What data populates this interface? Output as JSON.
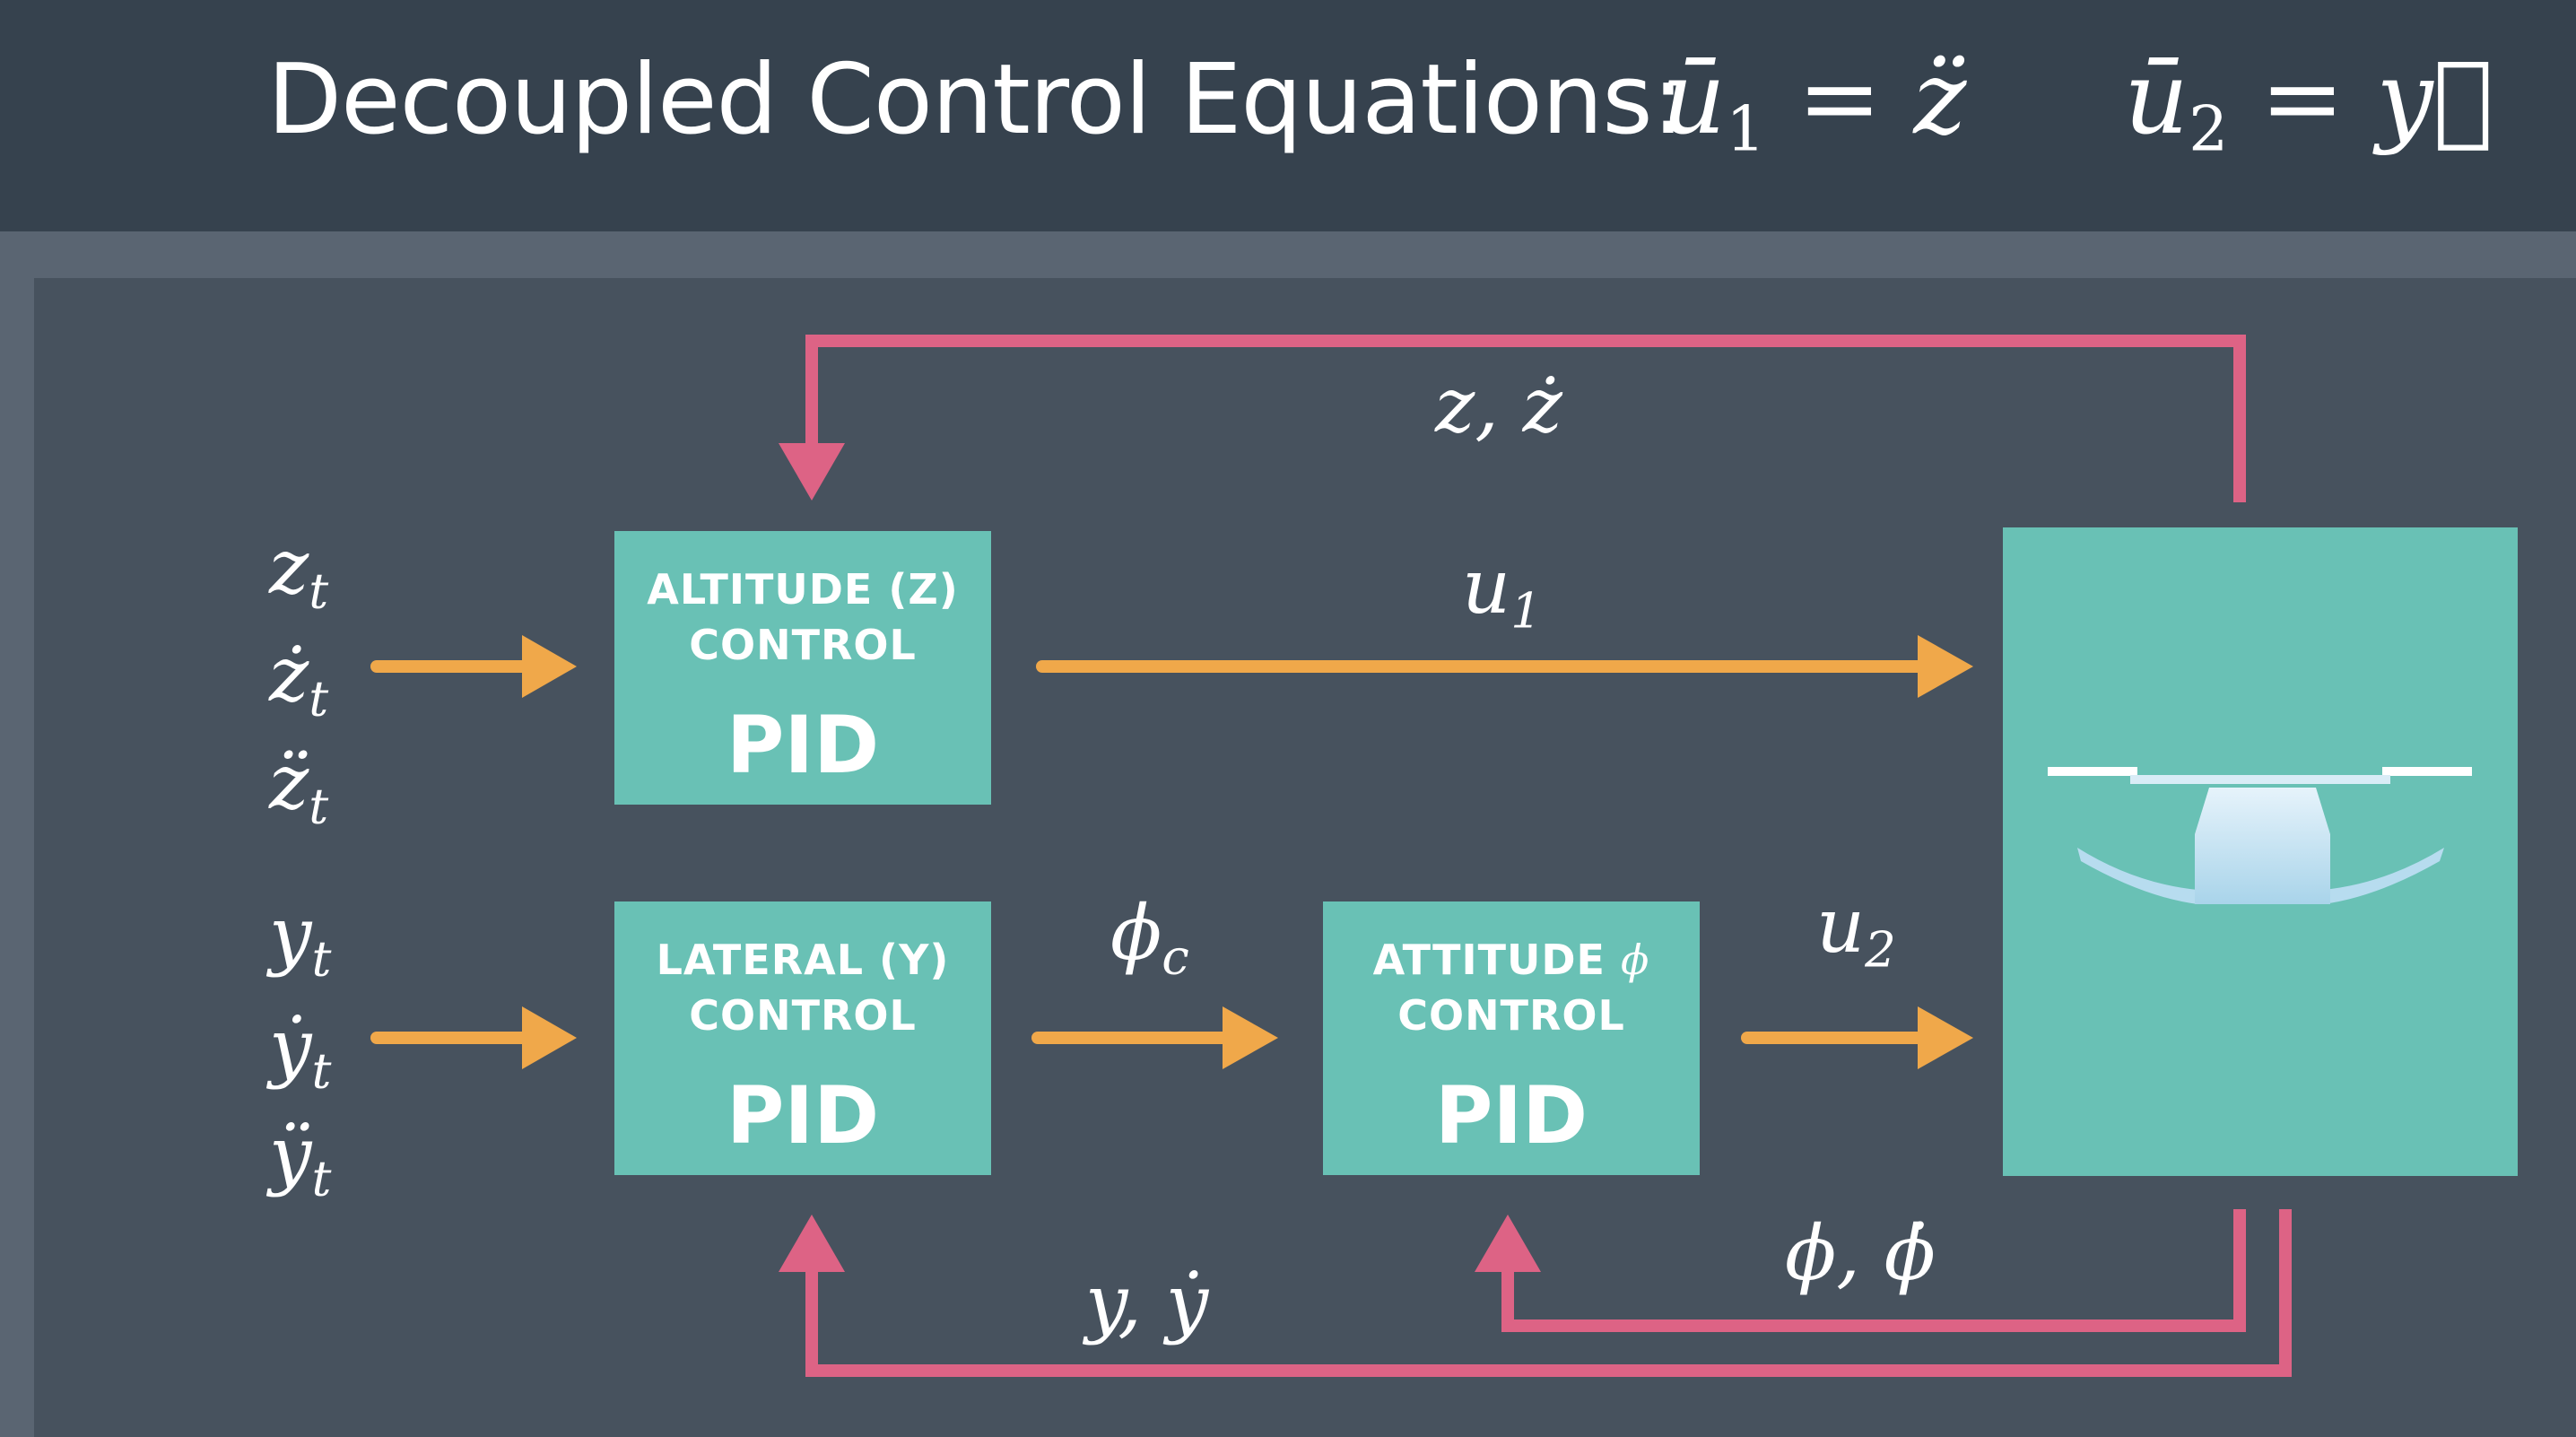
{
  "header": {
    "title": "Decoupled Control Equations:",
    "eq1": {
      "lhs": "ū",
      "sub": "1",
      "rhs": "= z̈"
    },
    "eq2": {
      "lhs": "ū",
      "sub": "2",
      "rhs": "= y⃜"
    }
  },
  "inputs": {
    "z": [
      {
        "sym": "z",
        "sub": "t"
      },
      {
        "sym": "ż",
        "sub": "t"
      },
      {
        "sym": "z̈",
        "sub": "t"
      }
    ],
    "y": [
      {
        "sym": "y",
        "sub": "t"
      },
      {
        "sym": "ẏ",
        "sub": "t"
      },
      {
        "sym": "ÿ",
        "sub": "t"
      }
    ]
  },
  "blocks": {
    "altitude": {
      "name": "ALTITUDE (Z)\nCONTROL",
      "pid": "PID"
    },
    "lateral": {
      "name": "LATERAL (Y)\nCONTROL",
      "pid": "PID"
    },
    "attitude": {
      "name_prefix": "ATTITUDE ",
      "name_phi": "ϕ",
      "name_suffix": "\nCONTROL",
      "pid": "PID"
    }
  },
  "signals": {
    "u1": {
      "sym": "u",
      "sub": "1"
    },
    "u2": {
      "sym": "u",
      "sub": "2"
    },
    "phi_c": {
      "sym": "ϕ",
      "sub": "c"
    },
    "z_feedback": "z, ż",
    "y_feedback": "y, ẏ",
    "phi_feedback": "ϕ, ϕ̇"
  },
  "colors": {
    "forward_arrow": "#f0a84a",
    "feedback_arrow": "#dd6385",
    "block_fill": "#69c1b5"
  },
  "icons": {
    "plant": "quadrotor-icon"
  }
}
